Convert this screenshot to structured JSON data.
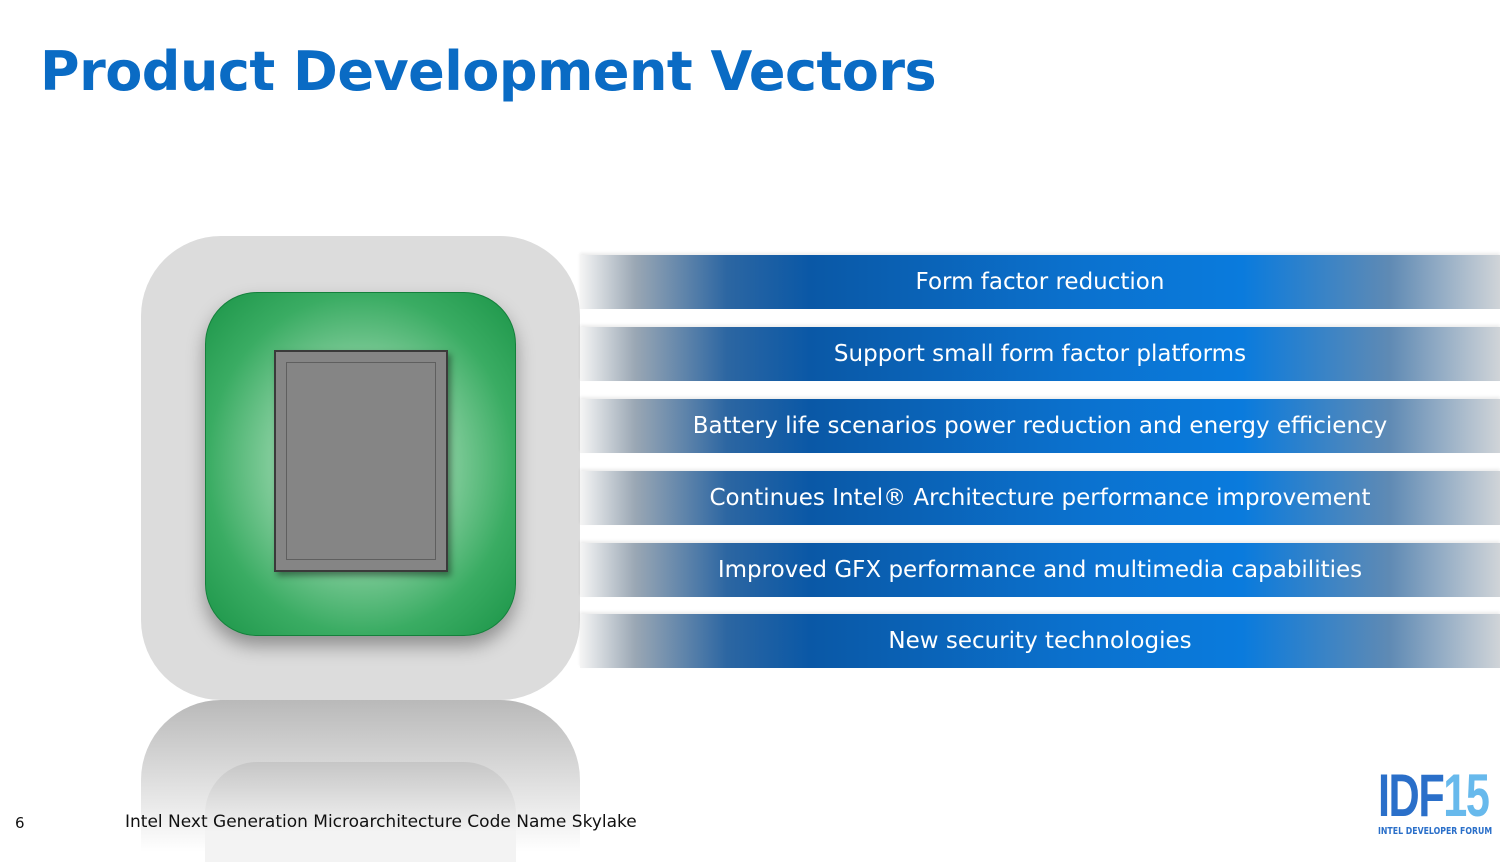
{
  "title": "Product Development Vectors",
  "vectors": [
    "Form factor reduction",
    "Support small form factor platforms",
    "Battery life scenarios power reduction and energy efficiency",
    "Continues Intel® Architecture performance improvement",
    "Improved GFX performance and multimedia capabilities",
    "New security technologies"
  ],
  "footer": {
    "page_number": "6",
    "text": "Intel Next Generation Microarchitecture Code Name Skylake"
  },
  "logo": {
    "idf": "IDF",
    "year": "15",
    "subtitle": "INTEL DEVELOPER FORUM"
  },
  "colors": {
    "title": "#0a6bc4",
    "bar_blue": "#0a7bdd",
    "chip_green": "#1a9447"
  }
}
